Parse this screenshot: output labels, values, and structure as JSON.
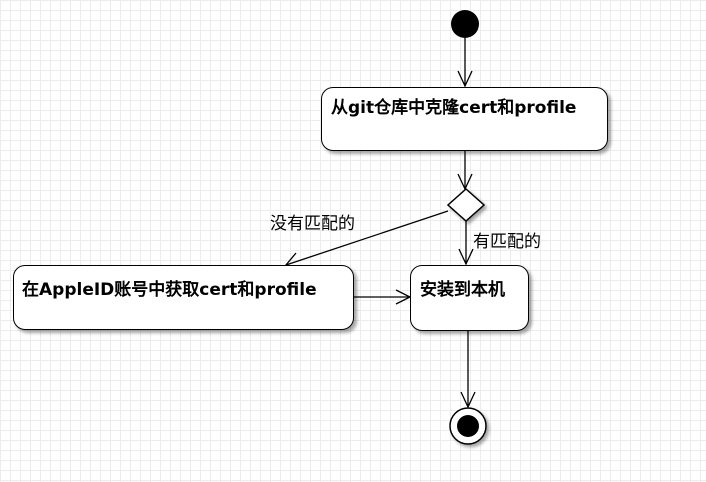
{
  "nodes": {
    "clone": "从git仓库中克隆cert和profile",
    "fetch": "在AppleID账号中获取cert和profile",
    "install": "安装到本机"
  },
  "edges": {
    "no_match": "没有匹配的",
    "match": "有匹配的"
  }
}
